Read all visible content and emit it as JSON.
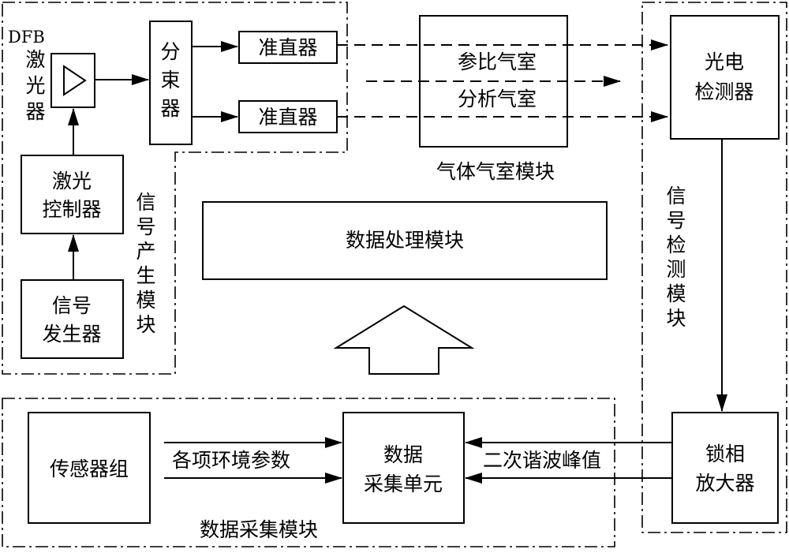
{
  "blocks": {
    "dfb_label": "DFB",
    "dfb_laser": "激光器",
    "splitter": "分束器",
    "collimator_top": "准直器",
    "collimator_bottom": "准直器",
    "laser_controller_line1": "激光",
    "laser_controller_line2": "控制器",
    "signal_generator_line1": "信号",
    "signal_generator_line2": "发生器",
    "gas_cell_line1": "参比气室",
    "gas_cell_line2": "分析气室",
    "photodetector_line1": "光电",
    "photodetector_line2": "检测器",
    "data_processing": "数据处理模块",
    "sensor_group": "传感器组",
    "daq_unit_line1": "数据",
    "daq_unit_line2": "采集单元",
    "lockin_line1": "锁相",
    "lockin_line2": "放大器"
  },
  "modules": {
    "signal_generation": "信号产生模块",
    "gas_cell": "气体气室模块",
    "signal_detection": "信号检测模块",
    "data_acquisition": "数据采集模块"
  },
  "edge_labels": {
    "env_params": "各项环境参数",
    "second_harmonic_peak": "二次谐波峰值"
  }
}
